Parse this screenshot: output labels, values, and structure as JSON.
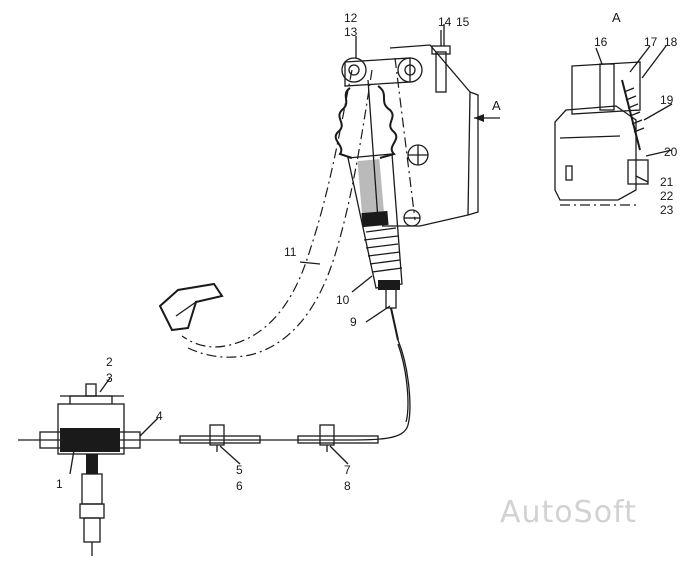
{
  "diagram": {
    "view_label": "A",
    "section_arrow_label": "A",
    "watermark": "AutoSoft",
    "callouts": [
      {
        "id": "c1",
        "text": "1"
      },
      {
        "id": "c2",
        "text": "2"
      },
      {
        "id": "c3",
        "text": "3"
      },
      {
        "id": "c4",
        "text": "4"
      },
      {
        "id": "c5",
        "text": "5"
      },
      {
        "id": "c6",
        "text": "6"
      },
      {
        "id": "c7",
        "text": "7"
      },
      {
        "id": "c8",
        "text": "8"
      },
      {
        "id": "c9",
        "text": "9"
      },
      {
        "id": "c10",
        "text": "10"
      },
      {
        "id": "c11",
        "text": "11"
      },
      {
        "id": "c12",
        "text": "12"
      },
      {
        "id": "c13",
        "text": "13"
      },
      {
        "id": "c14",
        "text": "14"
      },
      {
        "id": "c15",
        "text": "15"
      },
      {
        "id": "c16",
        "text": "16"
      },
      {
        "id": "c17",
        "text": "17"
      },
      {
        "id": "c18",
        "text": "18"
      },
      {
        "id": "c19",
        "text": "19"
      },
      {
        "id": "c20",
        "text": "20"
      },
      {
        "id": "c21",
        "text": "21"
      },
      {
        "id": "c22",
        "text": "22"
      },
      {
        "id": "c23",
        "text": "23"
      }
    ]
  }
}
